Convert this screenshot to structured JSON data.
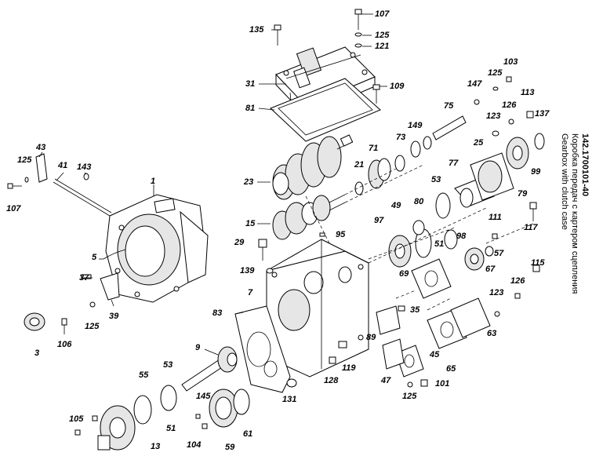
{
  "title": {
    "code": "142.1700101-40",
    "ru": "Коробка передач с картером сцепления",
    "en": "Gearbox with clutch case"
  },
  "labels": [
    "107",
    "135",
    "125",
    "121",
    "31",
    "109",
    "81",
    "75",
    "149",
    "73",
    "71",
    "23",
    "21",
    "43",
    "125",
    "41",
    "143",
    "1",
    "107",
    "15",
    "97",
    "49",
    "80",
    "53",
    "77",
    "25",
    "79",
    "99",
    "137",
    "113",
    "103",
    "125",
    "147",
    "126",
    "123",
    "117",
    "111",
    "95",
    "29",
    "139",
    "5",
    "37",
    "39",
    "125",
    "3",
    "106",
    "7",
    "98",
    "57",
    "67",
    "51",
    "69",
    "35",
    "115",
    "126",
    "123",
    "63",
    "65",
    "83",
    "89",
    "119",
    "128",
    "131",
    "47",
    "45",
    "101",
    "125",
    "9",
    "53",
    "55",
    "145",
    "104",
    "105",
    "59",
    "61",
    "51",
    "13"
  ]
}
